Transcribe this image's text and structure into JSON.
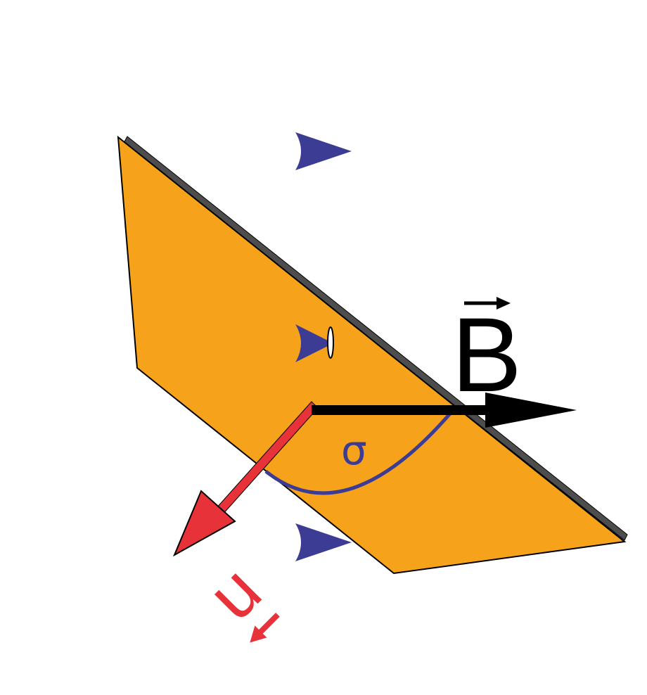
{
  "labels": {
    "field_vector": "B",
    "angle": "σ",
    "normal_vector": "n"
  },
  "colors": {
    "plane_fill": "#f6a31b",
    "plane_edge": "#4d4d4d",
    "field_lines": "#3c3c94",
    "field_vector": "#000000",
    "normal_vector": "#e8323a",
    "angle_arc": "#3c3c94"
  }
}
